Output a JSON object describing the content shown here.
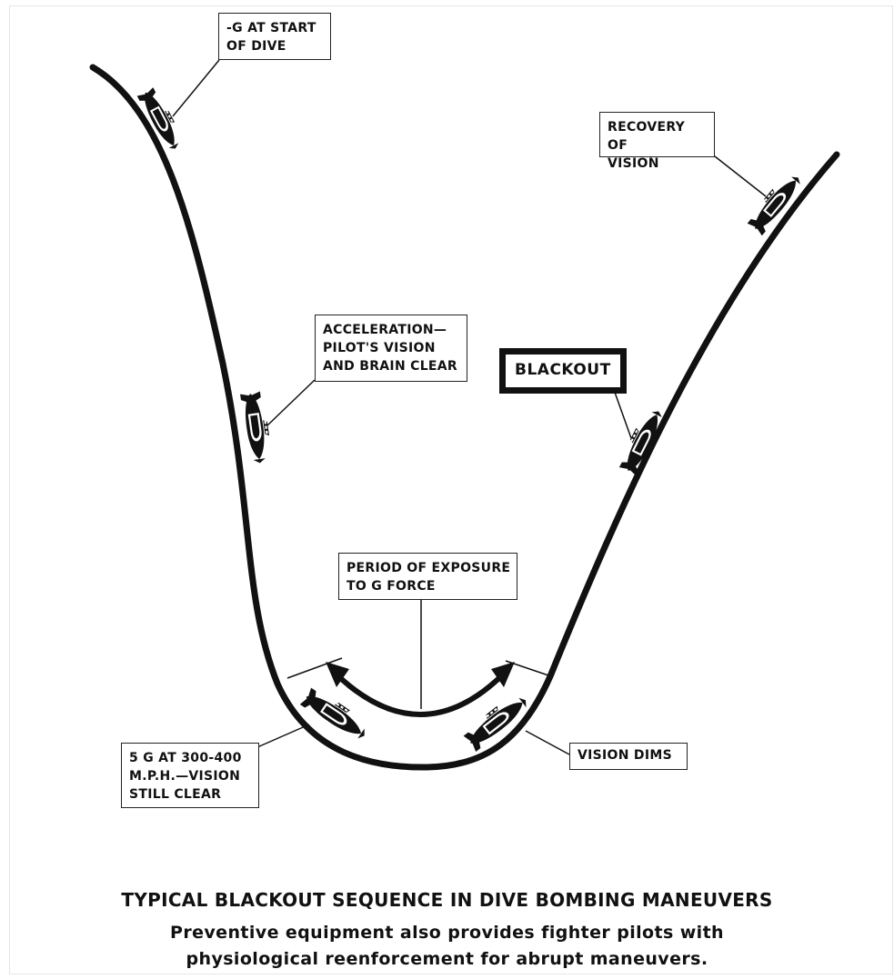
{
  "labels": {
    "start_of_dive": "-G AT START\nOF DIVE",
    "acceleration": "ACCELERATION—\nPILOT'S VISION\nAND BRAIN CLEAR",
    "five_g": "5 G AT 300-400\nM.P.H.—VISION\nSTILL CLEAR",
    "exposure": "PERIOD OF EXPOSURE\nTO G FORCE",
    "vision_dims": "VISION DIMS",
    "blackout": "BLACKOUT",
    "recovery": "RECOVERY OF\nVISION"
  },
  "caption": {
    "title": "TYPICAL BLACKOUT SEQUENCE IN DIVE BOMBING MANEUVERS",
    "subtitle_line1": "Preventive equipment also provides fighter pilots with",
    "subtitle_line2": "physiological reenforcement for abrupt maneuvers."
  },
  "icons": [
    "airplane-icon",
    "double-arrow-icon"
  ],
  "colors": {
    "ink": "#111111",
    "paper": "#ffffff"
  }
}
